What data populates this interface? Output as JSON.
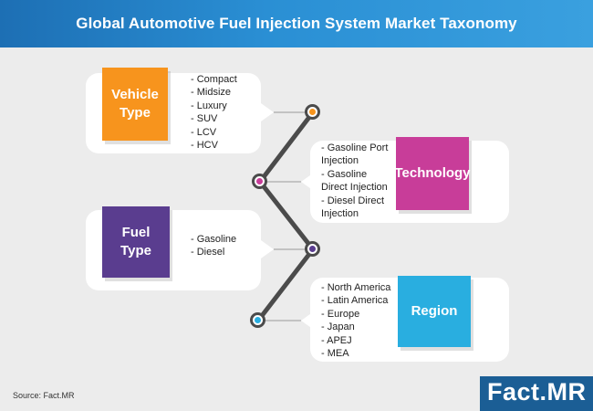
{
  "header": {
    "title": "Global Automotive Fuel Injection System Market Taxonomy"
  },
  "categories": [
    {
      "label": "Vehicle\nType",
      "color": "#f7941d",
      "items": [
        "Compact",
        "Midsize",
        "Luxury",
        "SUV",
        "LCV",
        "HCV"
      ]
    },
    {
      "label": "Technology",
      "color": "#c83d99",
      "items": [
        "Gasoline Port Injection",
        "Gasoline Direct Injection",
        "Diesel Direct Injection"
      ]
    },
    {
      "label": "Fuel\nType",
      "color": "#5a3d8f",
      "items": [
        "Gasoline",
        "Diesel"
      ]
    },
    {
      "label": "Region",
      "color": "#29aee0",
      "items": [
        "North America",
        "Latin America",
        "Europe",
        "Japan",
        "APEJ",
        "MEA"
      ]
    }
  ],
  "source": "Source: Fact.MR",
  "brand": {
    "name": "Fact",
    "suffix": ".MR"
  }
}
